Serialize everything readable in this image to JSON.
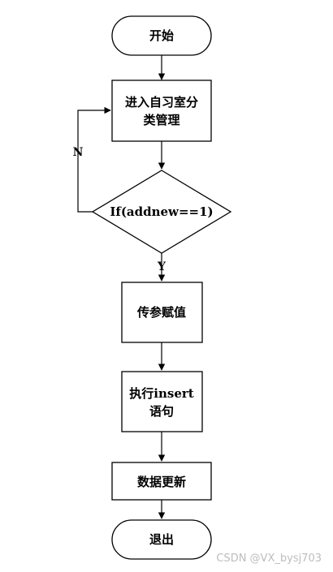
{
  "nodes": {
    "start": "开始",
    "enter_line1": "进入自习室分",
    "enter_line2": "类管理",
    "decision": "If(addnew==1)",
    "assign": "传参赋值",
    "exec_line1": "执行insert",
    "exec_line2": "语句",
    "update": "数据更新",
    "exit": "退出"
  },
  "edges": {
    "no_label": "N",
    "yes_label": "Y"
  },
  "watermark": "CSDN @VX_bysj703"
}
